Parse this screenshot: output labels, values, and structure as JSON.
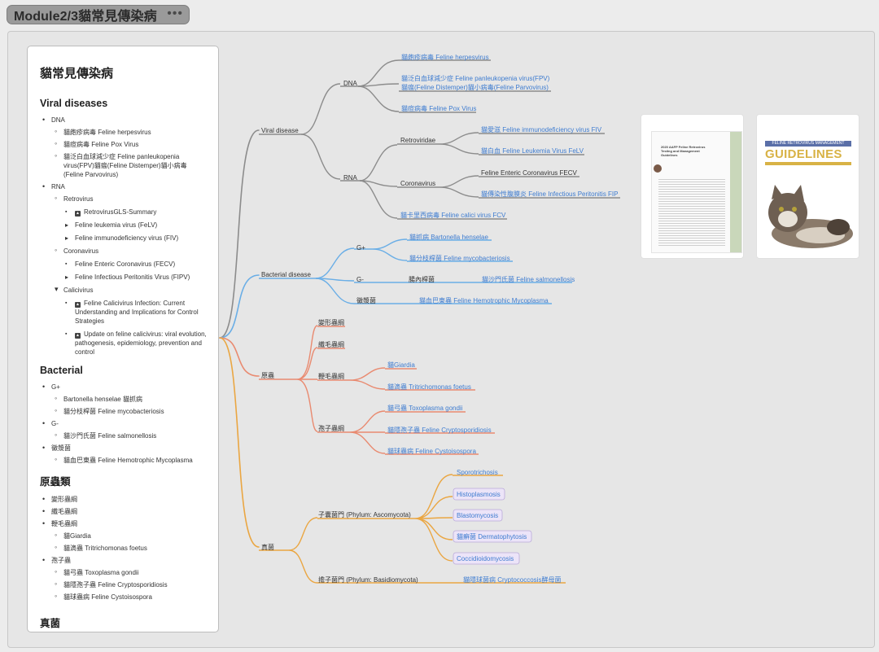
{
  "window": {
    "title": "Module2/3貓常見傳染病",
    "more": "•••"
  },
  "outline": {
    "title": "貓常見傳染病",
    "viral": {
      "heading": "Viral diseases",
      "dna": "DNA",
      "dna_items": [
        "貓皰疹病毒 Feline herpesvirus",
        "貓痘病毒 Feline Pox Virus",
        "貓泛白血球減少症 Feline panleukopenia virus(FPV)貓瘟(Feline Distemper)貓小病毒(Feline Parvovirus)"
      ],
      "rna": "RNA",
      "retro": "Retrovirus",
      "retro_items": [
        "RetrovirusGLS-Summary",
        "Feline leukemia virus (FeLV)",
        "Feline immunodeficiency virus (FIV)"
      ],
      "corona": "Coronavirus",
      "corona_items": [
        "Feline Enteric Coronavirus (FECV)",
        "Feline Infectious Peritonitis Virus (FIPV)"
      ],
      "calici": "Calicivirus",
      "calici_items": [
        "Feline Calicivirus Infection: Current Understanding and Implications for Control Strategies",
        "Update on feline calicivirus: viral evolution, pathogenesis, epidemiology, prevention and control"
      ]
    },
    "bacterial": {
      "heading": "Bacterial",
      "gpos": "G+",
      "gpos_items": [
        "Bartonella henselae 貓抓病",
        "貓分枝桿菌 Feline mycobacteriosis"
      ],
      "gneg": "G-",
      "gneg_items": [
        "貓沙門氏菌 Feline salmonellosis"
      ],
      "myco": "黴漿菌",
      "myco_items": [
        "貓血巴東蟲 Feline Hemotrophic Mycoplasma"
      ]
    },
    "protozoa": {
      "heading": "原蟲類",
      "items": [
        "變形蟲綱",
        "纖毛蟲綱",
        "鞭毛蟲綱"
      ],
      "flag_items": [
        "貓Giardia",
        "貓滴蟲 Tritrichomonas foetus"
      ],
      "spore": "孢子蟲",
      "spore_items": [
        "貓弓蟲 Toxoplasma gondii",
        "貓隱孢子蟲 Feline Cryptosporidiosis",
        "貓球蟲病 Feline Cystoisospora"
      ]
    },
    "fungi_heading": "真菌"
  },
  "mindmap": {
    "colors": {
      "viral": "#8c8c8c",
      "bacterial": "#6aaee6",
      "protozoa": "#e98a70",
      "fungi": "#eaa642",
      "link": "#3e7cd0",
      "text": "#333333",
      "tagBg": "#ece4f8",
      "tagBorder": "#b9a9d9"
    },
    "viral": "Viral disease",
    "dna": "DNA",
    "dna_leaves": [
      "貓皰疹病毒 Feline herpesvirus",
      "貓泛白血球減少症 Feline panleukopenia virus(FPV)",
      "貓瘟(Feline Distemper)貓小病毒(Feline Parvovirus)",
      "貓痘病毒 Feline Pox Virus"
    ],
    "rna": "RNA",
    "retroviridae": "Retroviridae",
    "retro_leaves": [
      "貓愛滋 Feline immunodeficiency virus FIV",
      "貓白血 Feline Leukemia Virus FeLV"
    ],
    "coronavirus": "Coronavirus",
    "fecv": "Feline Enteric Coronavirus FECV",
    "fip": "貓傳染性腹膜炎 Feline Infectious Peritonitis FIP",
    "fcv": "貓卡里西病毒 Feline calici virus FCV",
    "bacterial": "Bacterial disease",
    "gpos": "G+",
    "gpos_leaves": [
      "貓抓病 Bartonella henselae",
      "貓分枝桿菌 Feline mycobacteriosis"
    ],
    "gneg": "G-",
    "intestinal": "腸內桿菌",
    "salmonella": "貓沙門氏菌 Feline salmonellosis",
    "myco": "黴漿菌",
    "myco_leaf": "貓血巴東蟲 Feline Hemotrophic Mycoplasma",
    "protozoa": "原蟲",
    "amoeba": "變形蟲綱",
    "ciliate": "纖毛蟲綱",
    "flagellate": "鞭毛蟲綱",
    "flag_leaves": [
      "貓Giardia",
      "貓滴蟲 Tritrichomonas foetus"
    ],
    "sporozoa": "孢子蟲綱",
    "spore_leaves": [
      "貓弓蟲 Toxoplasma gondii",
      "貓隱孢子蟲 Feline Cryptosporidiosis",
      "貓球蟲病 Feline Cystoisospora"
    ],
    "fungi": "真菌",
    "ascomycota": "子囊菌門 (Phylum: Ascomycota)",
    "asco_leaves": [
      "Sporotrichosis",
      "Histoplasmosis",
      "Blastomycosis",
      "貓癬菌 Dermatophytosis",
      "Coccidioidomycosis"
    ],
    "basidiomycota": "擔子菌門 (Phylum: Basidiomycota)",
    "crypto": "貓隱球菌病 Cryptococcosis酵母菌"
  },
  "cards": {
    "aafp_title": "2020 AAFP Feline Retrovirus Testing and Management Guidelines",
    "guidelines_banner": "FELINE RETROVIRUS MANAGEMENT",
    "guidelines_word": "GUIDELINES"
  }
}
